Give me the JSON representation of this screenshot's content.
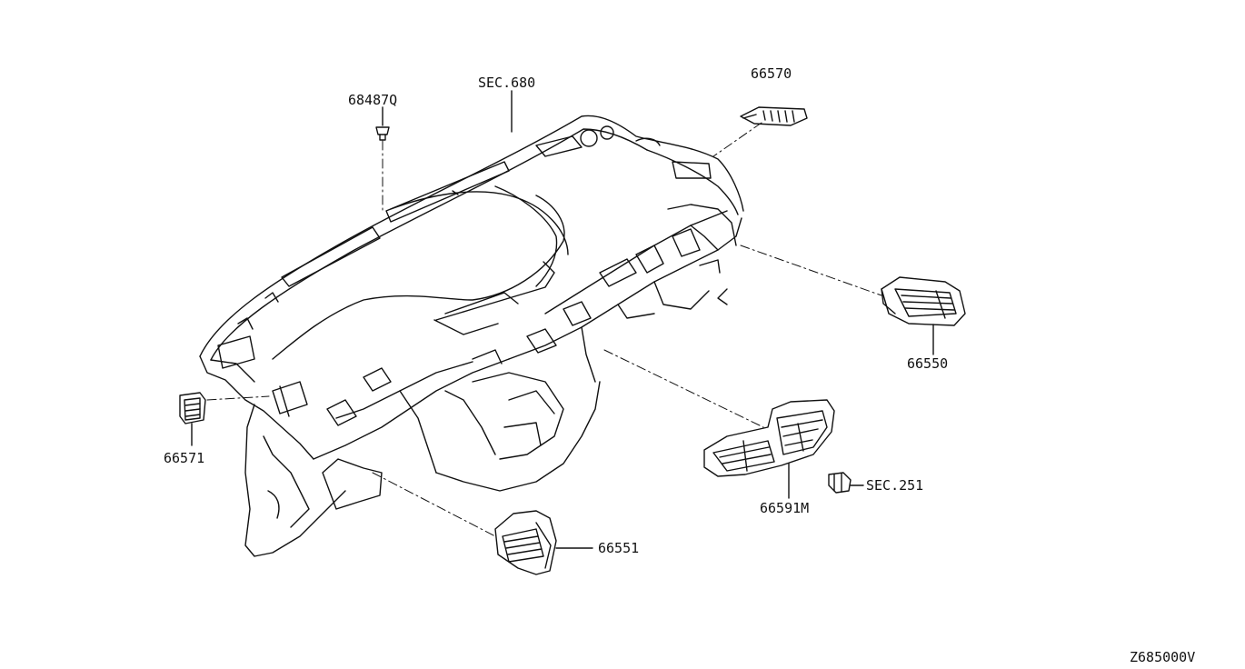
{
  "diagram": {
    "drawing_id": "Z685000V",
    "callouts": {
      "sec_680": "SEC.680",
      "part_68487q": "68487Q",
      "part_66570": "66570",
      "part_66550": "66550",
      "part_66571": "66571",
      "part_66591m": "66591M",
      "sec_251": "SEC.251",
      "part_66551": "66551"
    }
  }
}
